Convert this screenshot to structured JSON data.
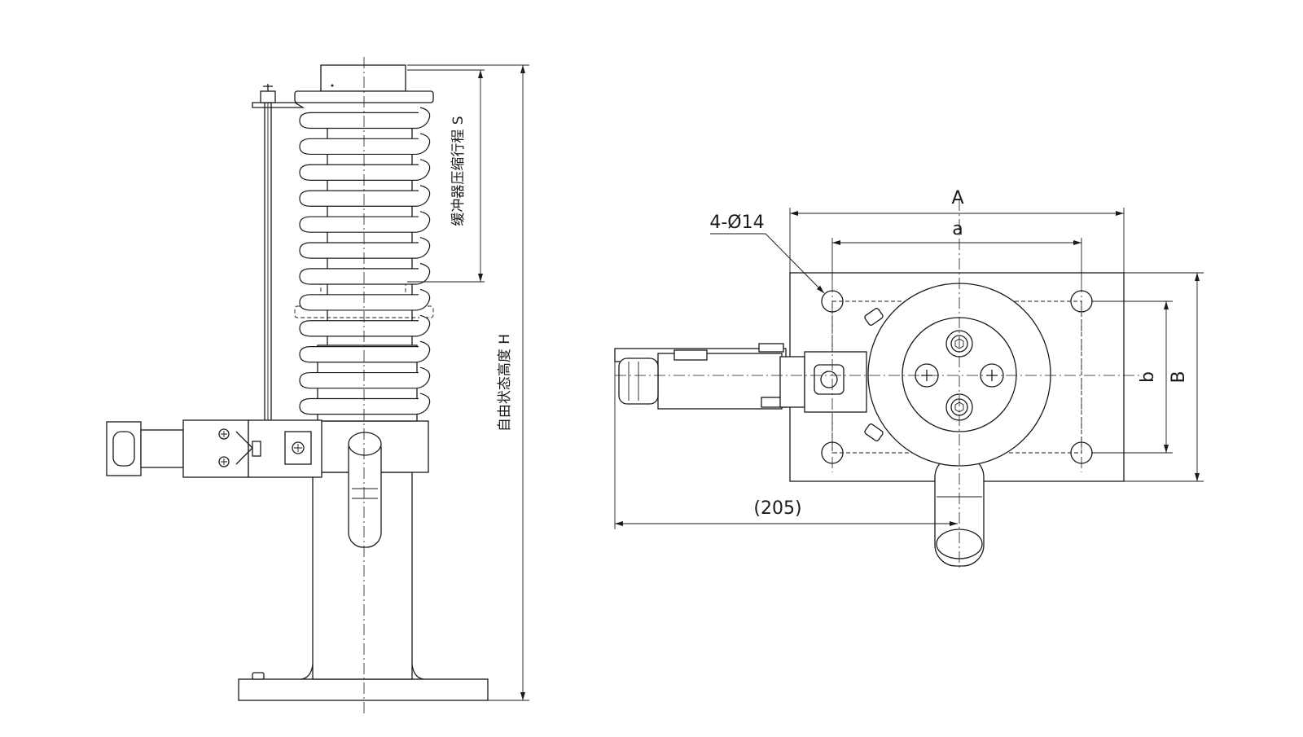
{
  "drawing": {
    "side_view": {
      "labels": {
        "stroke_dimension": "缓冲器压缩行程 S",
        "height_dimension": "自由状态高度 H"
      }
    },
    "top_view": {
      "labels": {
        "dim_A": "A",
        "dim_a": "a",
        "dim_b": "b",
        "dim_B": "B",
        "holes": "4-Ø14",
        "overall_length": "(205)"
      }
    }
  }
}
